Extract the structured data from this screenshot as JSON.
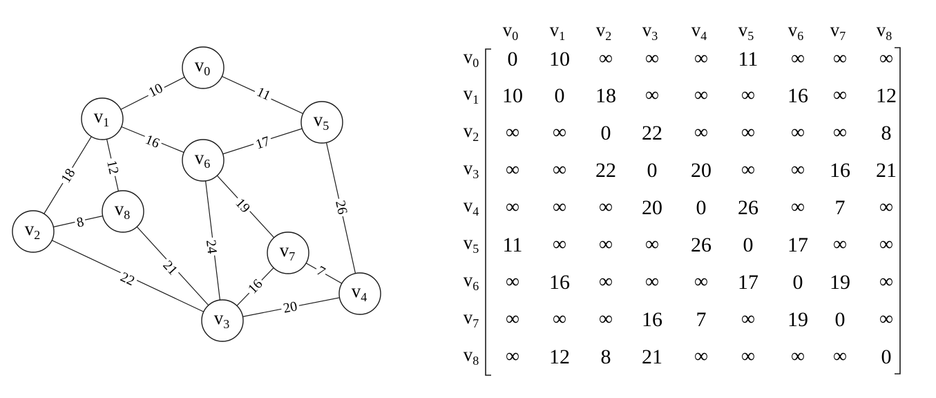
{
  "graph": {
    "nodes": [
      {
        "id": "v0",
        "base": "v",
        "sub": "0"
      },
      {
        "id": "v1",
        "base": "v",
        "sub": "1"
      },
      {
        "id": "v2",
        "base": "v",
        "sub": "2"
      },
      {
        "id": "v3",
        "base": "v",
        "sub": "3"
      },
      {
        "id": "v4",
        "base": "v",
        "sub": "4"
      },
      {
        "id": "v5",
        "base": "v",
        "sub": "5"
      },
      {
        "id": "v6",
        "base": "v",
        "sub": "6"
      },
      {
        "id": "v7",
        "base": "v",
        "sub": "7"
      },
      {
        "id": "v8",
        "base": "v",
        "sub": "8"
      }
    ],
    "edges": [
      {
        "from": "v0",
        "to": "v1",
        "weight": "10"
      },
      {
        "from": "v0",
        "to": "v5",
        "weight": "11"
      },
      {
        "from": "v1",
        "to": "v6",
        "weight": "16"
      },
      {
        "from": "v1",
        "to": "v8",
        "weight": "12"
      },
      {
        "from": "v1",
        "to": "v2",
        "weight": "18"
      },
      {
        "from": "v5",
        "to": "v6",
        "weight": "17"
      },
      {
        "from": "v5",
        "to": "v4",
        "weight": "26"
      },
      {
        "from": "v6",
        "to": "v7",
        "weight": "19"
      },
      {
        "from": "v6",
        "to": "v3",
        "weight": "24"
      },
      {
        "from": "v2",
        "to": "v8",
        "weight": "8"
      },
      {
        "from": "v2",
        "to": "v3",
        "weight": "22"
      },
      {
        "from": "v8",
        "to": "v3",
        "weight": "21"
      },
      {
        "from": "v7",
        "to": "v3",
        "weight": "16"
      },
      {
        "from": "v7",
        "to": "v4",
        "weight": "7"
      },
      {
        "from": "v3",
        "to": "v4",
        "weight": "20"
      }
    ]
  },
  "matrix": {
    "column_headers": [
      {
        "base": "v",
        "sub": "0"
      },
      {
        "base": "v",
        "sub": "1"
      },
      {
        "base": "v",
        "sub": "2"
      },
      {
        "base": "v",
        "sub": "3"
      },
      {
        "base": "v",
        "sub": "4"
      },
      {
        "base": "v",
        "sub": "5"
      },
      {
        "base": "v",
        "sub": "6"
      },
      {
        "base": "v",
        "sub": "7"
      },
      {
        "base": "v",
        "sub": "8"
      }
    ],
    "row_headers": [
      {
        "base": "v",
        "sub": "0"
      },
      {
        "base": "v",
        "sub": "1"
      },
      {
        "base": "v",
        "sub": "2"
      },
      {
        "base": "v",
        "sub": "3"
      },
      {
        "base": "v",
        "sub": "4"
      },
      {
        "base": "v",
        "sub": "5"
      },
      {
        "base": "v",
        "sub": "6"
      },
      {
        "base": "v",
        "sub": "7"
      },
      {
        "base": "v",
        "sub": "8"
      }
    ],
    "rows": [
      [
        "0",
        "10",
        "∞",
        "∞",
        "∞",
        "11",
        "∞",
        "∞",
        "∞"
      ],
      [
        "10",
        "0",
        "18",
        "∞",
        "∞",
        "∞",
        "16",
        "∞",
        "12"
      ],
      [
        "∞",
        "∞",
        "0",
        "22",
        "∞",
        "∞",
        "∞",
        "∞",
        "8"
      ],
      [
        "∞",
        "∞",
        "22",
        "0",
        "20",
        "∞",
        "∞",
        "16",
        "21"
      ],
      [
        "∞",
        "∞",
        "∞",
        "20",
        "0",
        "26",
        "∞",
        "7",
        "∞"
      ],
      [
        "11",
        "∞",
        "∞",
        "∞",
        "26",
        "0",
        "17",
        "∞",
        "∞"
      ],
      [
        "∞",
        "16",
        "∞",
        "∞",
        "∞",
        "17",
        "0",
        "19",
        "∞"
      ],
      [
        "∞",
        "∞",
        "∞",
        "16",
        "7",
        "∞",
        "19",
        "0",
        "∞"
      ],
      [
        "∞",
        "12",
        "8",
        "21",
        "∞",
        "∞",
        "∞",
        "∞",
        "0"
      ]
    ]
  }
}
